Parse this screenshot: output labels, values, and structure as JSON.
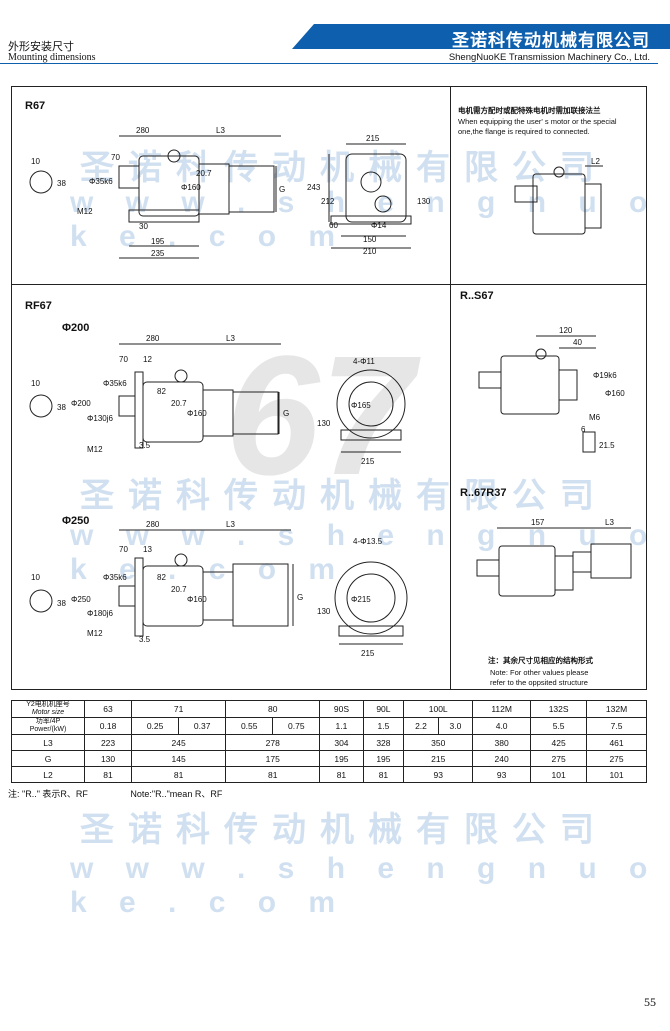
{
  "header": {
    "section_zh": "外形安装尺寸",
    "section_en": "Mounting dimensions",
    "company_zh": "圣诺科传动机械有限公司",
    "company_en": "ShengNuoKE Transmission Machinery Co., Ltd."
  },
  "watermark": {
    "zh": "圣诺科传动机械有限公司",
    "en": "w w w . s h e n g n u o k e . c o m",
    "big": "67"
  },
  "r67": {
    "label": "R67",
    "dims": [
      "280",
      "L3",
      "215",
      "10",
      "Φ35k6",
      "70",
      "38",
      "Φ160",
      "20.7",
      "243",
      "212",
      "G",
      "130",
      "M12",
      "30",
      "195",
      "235",
      "60",
      "Φ14",
      "150",
      "210"
    ]
  },
  "rf67": {
    "label": "RF67",
    "sub1": "Φ200",
    "sub2": "Φ250",
    "dims1": [
      "280",
      "L3",
      "70",
      "12",
      "10",
      "Φ35k6",
      "Φ200",
      "Φ130j6",
      "38",
      "82",
      "20.7",
      "Φ160",
      "G",
      "M12",
      "3.5",
      "4-Φ11",
      "Φ165",
      "130",
      "215"
    ],
    "dims2": [
      "280",
      "L3",
      "70",
      "13",
      "10",
      "Φ35k6",
      "Φ250",
      "Φ180j6",
      "38",
      "82",
      "20.7",
      "Φ160",
      "G",
      "M12",
      "3.5",
      "4-Φ13.5",
      "Φ215",
      "130",
      "215"
    ]
  },
  "right_top": {
    "note_zh": "电机需方配时或配特殊电机时需加联接法兰",
    "note_en1": "When equipping the user' s motor or the special",
    "note_en2": "one,the flange is required to connected.",
    "dim": "L2"
  },
  "rs67": {
    "label": "R..S67",
    "dims": [
      "120",
      "40",
      "Φ19k6",
      "Φ160",
      "M6",
      "6",
      "21.5"
    ]
  },
  "r67r37": {
    "label": "R..67R37",
    "dims": [
      "157",
      "L3"
    ]
  },
  "right_note": {
    "zh": "注：其余尺寸见相应的结构形式",
    "en1": "Note: For other values please",
    "en2": "refer to the oppsited structure"
  },
  "table": {
    "head_zh": "Y2电机机座号",
    "head_en": "Motor size",
    "power_zh": "功率/4P",
    "power_en": "Power/(kW)",
    "sizes": [
      "63",
      "71",
      "80",
      "90S",
      "90L",
      "100L",
      "112M",
      "132S",
      "132M"
    ],
    "powers": [
      "0.18",
      "0.25",
      "0.37",
      "0.55",
      "0.75",
      "1.1",
      "1.5",
      "2.2",
      "3.0",
      "4.0",
      "5.5",
      "7.5"
    ],
    "rows": [
      {
        "name": "L3",
        "values": [
          "223",
          "245",
          "278",
          "304",
          "328",
          "350",
          "380",
          "425",
          "461"
        ]
      },
      {
        "name": "G",
        "values": [
          "130",
          "145",
          "175",
          "195",
          "195",
          "215",
          "240",
          "275",
          "275"
        ]
      },
      {
        "name": "L2",
        "values": [
          "81",
          "81",
          "81",
          "81",
          "81",
          "93",
          "93",
          "101",
          "101"
        ]
      }
    ]
  },
  "footnote": {
    "zh": "注: \"R..\" 表示R、RF",
    "en": "Note:\"R..\"mean R、RF"
  },
  "page_number": "55",
  "colors": {
    "brand": "#0e5fae",
    "watermark": "#c9dbee"
  }
}
